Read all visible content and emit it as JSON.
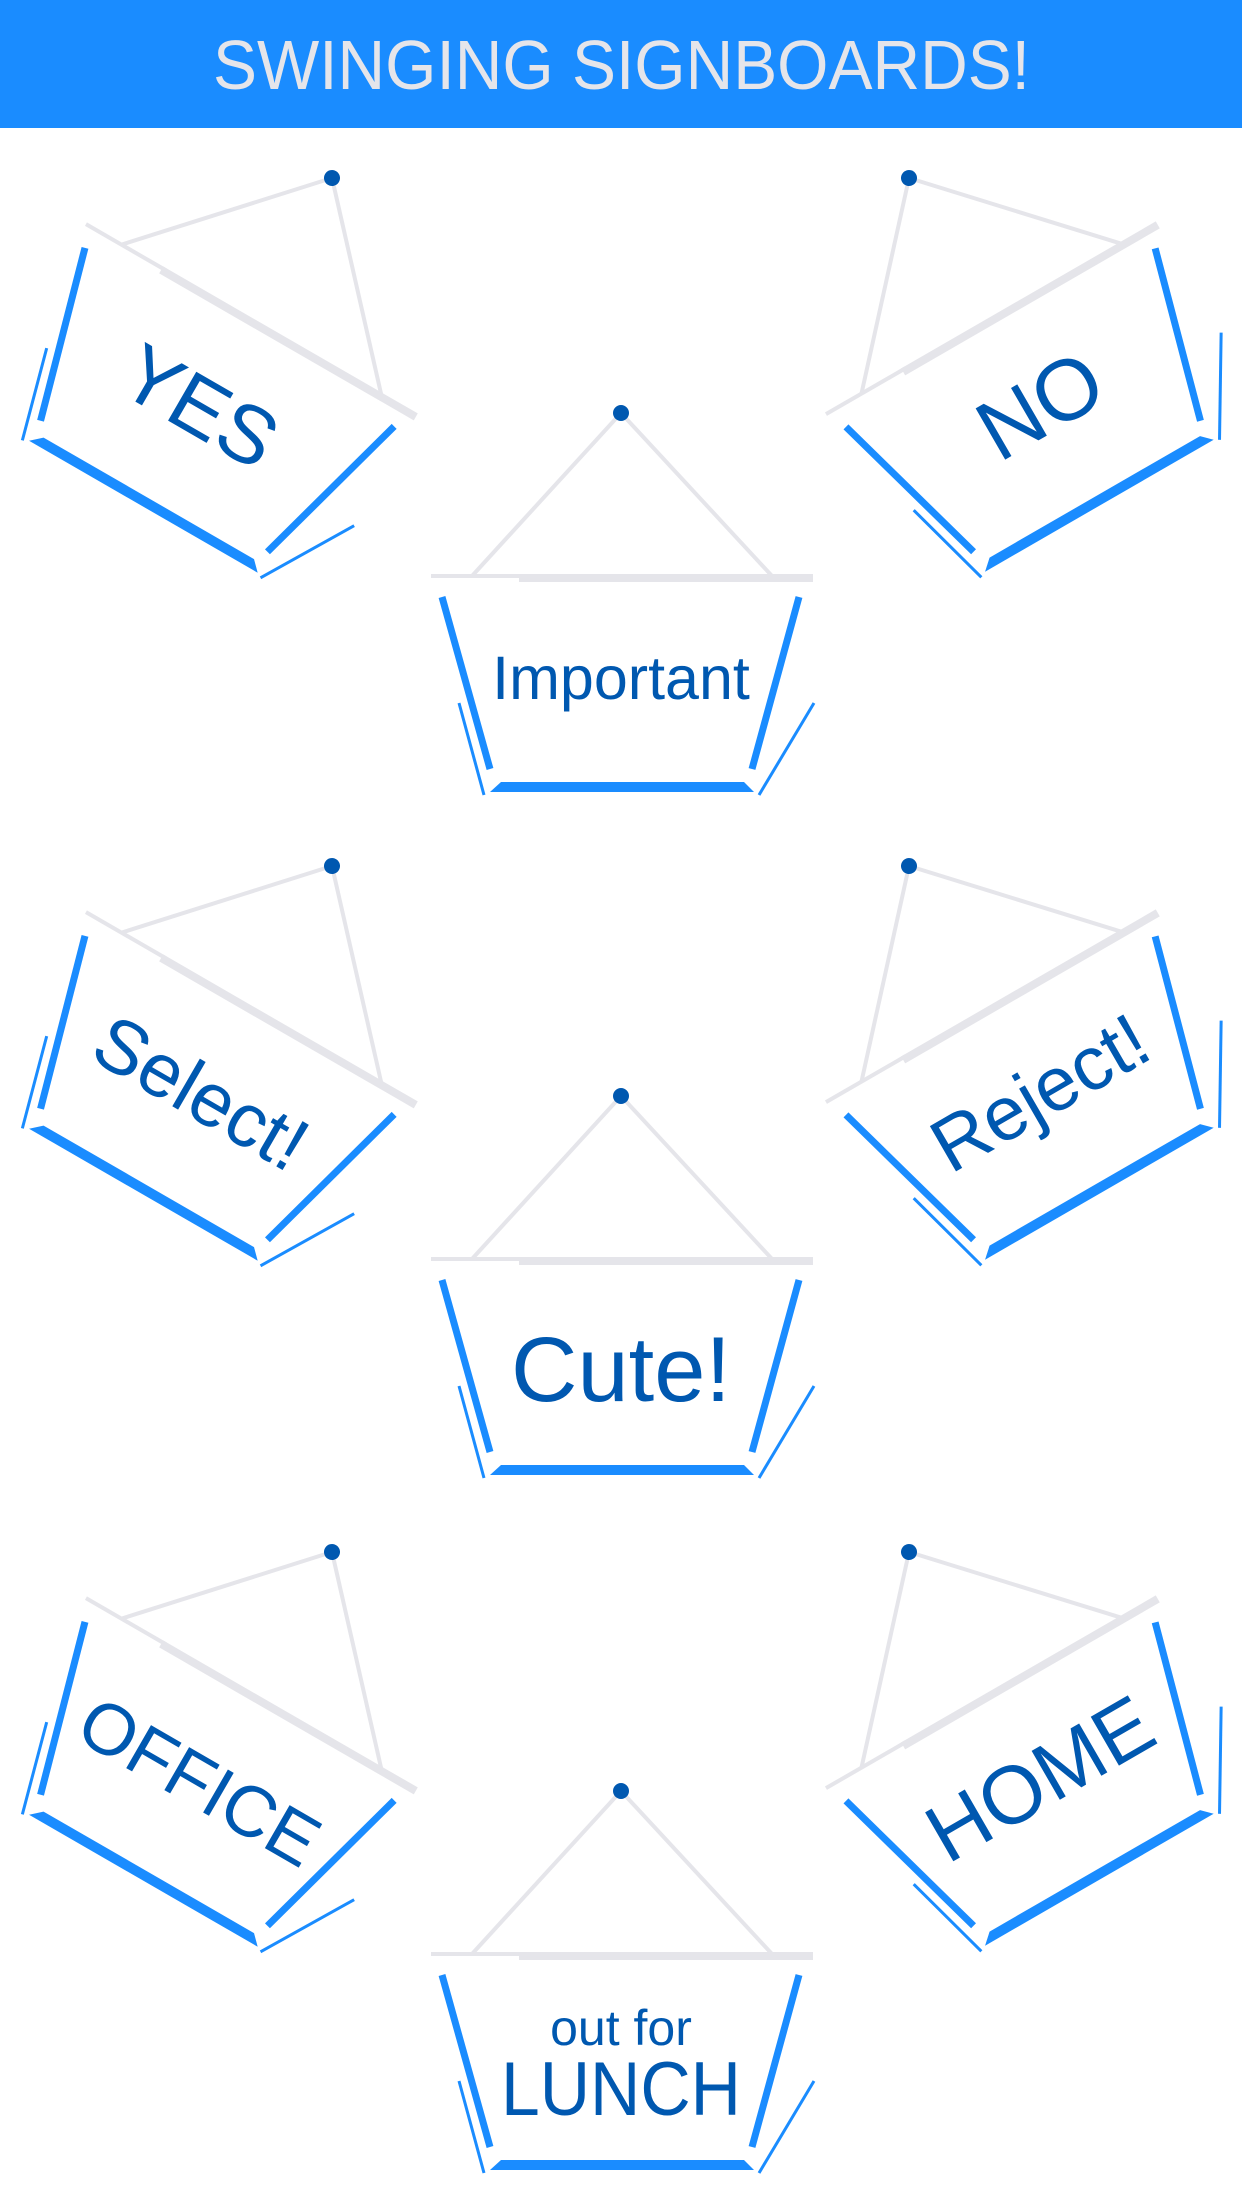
{
  "header": {
    "title": "SWINGING SIGNBOARDS!"
  },
  "colors": {
    "header_bg": "#1a8cff",
    "frame": "#1a8cff",
    "text": "#0058b0",
    "rope": "#e5e5ea",
    "pin": "#0058b0"
  },
  "signs": {
    "yes": {
      "label": "YES"
    },
    "no": {
      "label": "NO"
    },
    "important": {
      "label": "Important"
    },
    "select": {
      "label": "Select!"
    },
    "reject": {
      "label": "Reject!"
    },
    "cute": {
      "label": "Cute!"
    },
    "office": {
      "label": "OFFICE"
    },
    "home": {
      "label": "HOME"
    },
    "lunch": {
      "line1": "out for",
      "line2": "LUNCH"
    }
  }
}
